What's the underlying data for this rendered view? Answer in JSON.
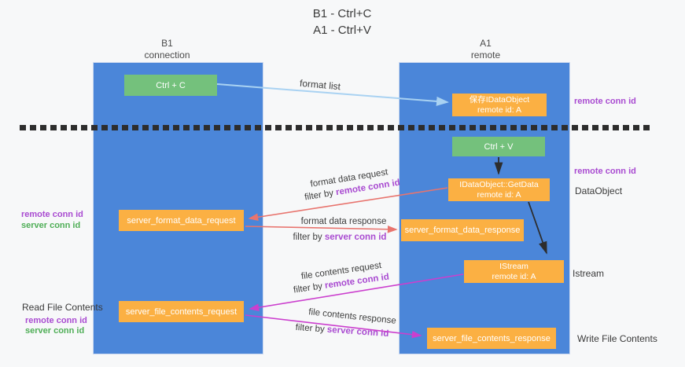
{
  "title": {
    "line1": "B1 - Ctrl+C",
    "line2": "A1 - Ctrl+V"
  },
  "lanes": {
    "left": {
      "name": "B1",
      "role": "connection"
    },
    "right": {
      "name": "A1",
      "role": "remote"
    }
  },
  "nodes": {
    "ctrl_c": {
      "label": "Ctrl + C"
    },
    "ctrl_v": {
      "label": "Ctrl + V"
    },
    "save_dataobject": {
      "line1": "保存IDataObject",
      "line2": "remote id: A"
    },
    "getdata": {
      "line1": "IDataObject::GetData",
      "line2": "remote id: A"
    },
    "istream_obj": {
      "line1": "IStream",
      "line2": "remote id: A"
    },
    "format_request": {
      "label": "server_format_data_request"
    },
    "format_response": {
      "label": "server_format_data_response"
    },
    "file_request": {
      "label": "server_file_contents_request"
    },
    "file_response": {
      "label": "server_file_contents_response"
    }
  },
  "flow_labels": {
    "format_list": "format list",
    "format_data_request": "format data request",
    "format_data_response": "format data response",
    "file_contents_request": "file contents request",
    "file_contents_response": "file contents response",
    "filter_by": "filter by",
    "remote_conn_id": "remote conn id",
    "server_conn_id": "server conn id"
  },
  "side_labels": {
    "dataobject": "DataObject",
    "istream": "Istream",
    "read_file_contents": "Read File Contents",
    "write_file_contents": "Write File Contents"
  },
  "colors": {
    "lane_blue": "#4b86d9",
    "node_orange": "#fbb043",
    "node_green": "#74c17c",
    "accent_purple": "#a94bd1",
    "accent_green": "#4fae57",
    "arrow_red": "#e8746e",
    "arrow_magenta": "#cb3fce",
    "arrow_lightblue": "#a9d2f2",
    "arrow_black": "#2d2d2d",
    "background": "#f7f8f9"
  }
}
